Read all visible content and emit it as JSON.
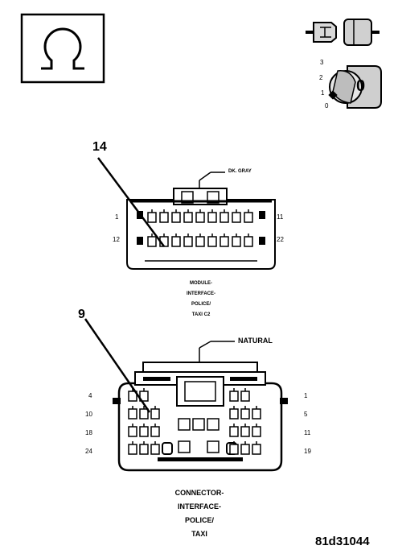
{
  "ohmmeter_symbol": "ohm-icon",
  "ignition": {
    "positions": [
      "3",
      "2",
      "1",
      "0"
    ],
    "key_label": "0"
  },
  "connector_c2": {
    "callout": "14",
    "color_label": "DK. GRAY",
    "left_top_pin": "1",
    "left_bottom_pin": "12",
    "right_top_pin": "11",
    "right_bottom_pin": "22",
    "caption_lines": [
      "MODULE-",
      "INTERFACE-",
      "POLICE/",
      "TAXI C2"
    ]
  },
  "connector_harness": {
    "callout": "9",
    "color_label": "NATURAL",
    "left_pins": [
      "4",
      "10",
      "18",
      "24"
    ],
    "right_pins": [
      "1",
      "5",
      "11",
      "19"
    ],
    "caption_lines": [
      "CONNECTOR-",
      "INTERFACE-",
      "POLICE/",
      "TAXI"
    ]
  },
  "figure_id": "81d31044"
}
